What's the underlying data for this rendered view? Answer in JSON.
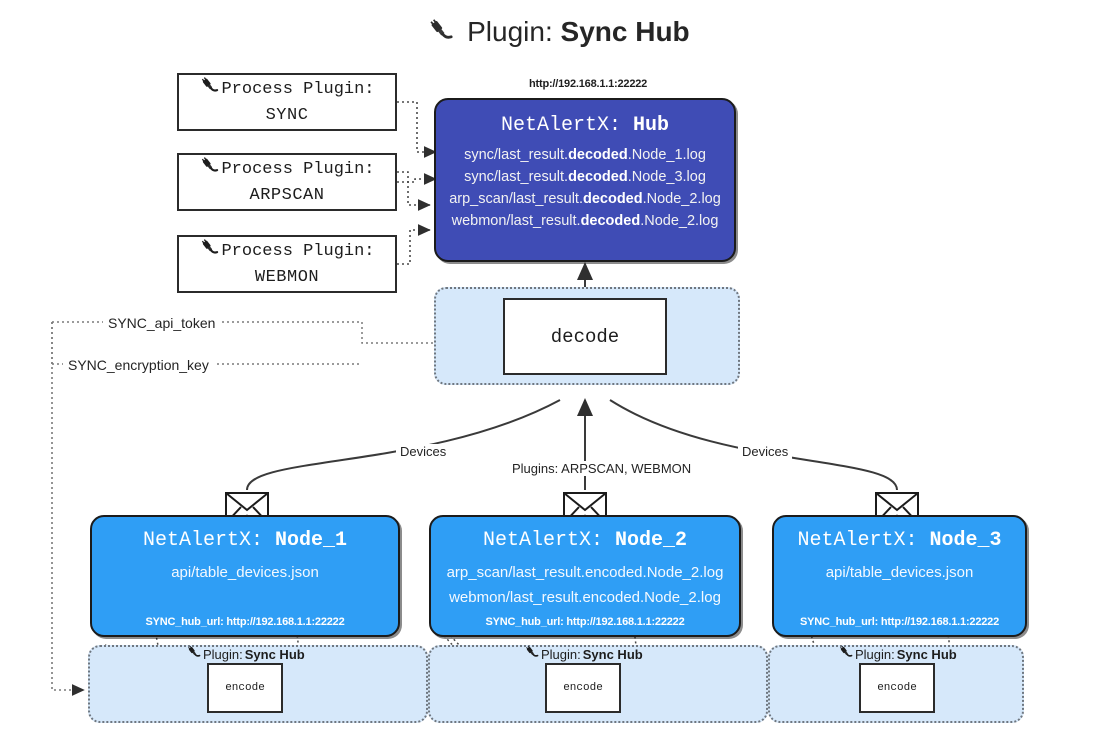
{
  "title": {
    "prefix": "Plugin:",
    "name": "Sync Hub",
    "icon": "plug-icon"
  },
  "colors": {
    "hub_fill": "#3f4cb5",
    "node_fill": "#2f9ef5",
    "container_fill": "#d6e8fa",
    "box_stroke": "#2b2b2b",
    "text_dark": "#222222"
  },
  "process_plugins": [
    {
      "line1": "Process Plugin:",
      "line2": "SYNC",
      "icon": "plug-icon"
    },
    {
      "line1": "Process Plugin:",
      "line2": "ARPSCAN",
      "icon": "plug-icon"
    },
    {
      "line1": "Process Plugin:",
      "line2": "WEBMON",
      "icon": "plug-icon"
    }
  ],
  "hub": {
    "url": "http://192.168.1.1:22222",
    "header_prefix": "NetAlertX:",
    "header_name": "Hub",
    "logs": [
      {
        "pre": "sync/last_result.",
        "mid": "decoded",
        "post": ".Node_1.log"
      },
      {
        "pre": "sync/last_result.",
        "mid": "decoded",
        "post": ".Node_3.log"
      },
      {
        "pre": "arp_scan/last_result.",
        "mid": "decoded",
        "post": ".Node_2.log"
      },
      {
        "pre": "webmon/last_result.",
        "mid": "decoded",
        "post": ".Node_2.log"
      }
    ]
  },
  "decode": {
    "label": "decode"
  },
  "settings": {
    "api_token": "SYNC_api_token",
    "encryption_key": "SYNC_encryption_key"
  },
  "edges": {
    "devices_left": "Devices",
    "devices_right": "Devices",
    "plugins_center": "Plugins: ARPSCAN, WEBMON"
  },
  "nodes": [
    {
      "header_prefix": "NetAlertX:",
      "header_name": "Node_1",
      "rows": [
        "api/table_devices.json"
      ],
      "footer": "SYNC_hub_url: http://192.168.1.1:22222",
      "icon": "envelope-icon"
    },
    {
      "header_prefix": "NetAlertX:",
      "header_name": "Node_2",
      "rows": [
        "arp_scan/last_result.encoded.Node_2.log",
        "webmon/last_result.encoded.Node_2.log"
      ],
      "footer": "SYNC_hub_url: http://192.168.1.1:22222",
      "icon": "envelope-icon"
    },
    {
      "header_prefix": "NetAlertX:",
      "header_name": "Node_3",
      "rows": [
        "api/table_devices.json"
      ],
      "footer": "SYNC_hub_url: http://192.168.1.1:22222",
      "icon": "envelope-icon"
    }
  ],
  "encoders": [
    {
      "plugin_prefix": "Plugin:",
      "plugin_name": "Sync Hub",
      "label": "encode",
      "icon": "plug-icon"
    },
    {
      "plugin_prefix": "Plugin:",
      "plugin_name": "Sync Hub",
      "label": "encode",
      "icon": "plug-icon"
    },
    {
      "plugin_prefix": "Plugin:",
      "plugin_name": "Sync Hub",
      "label": "encode",
      "icon": "plug-icon"
    }
  ]
}
